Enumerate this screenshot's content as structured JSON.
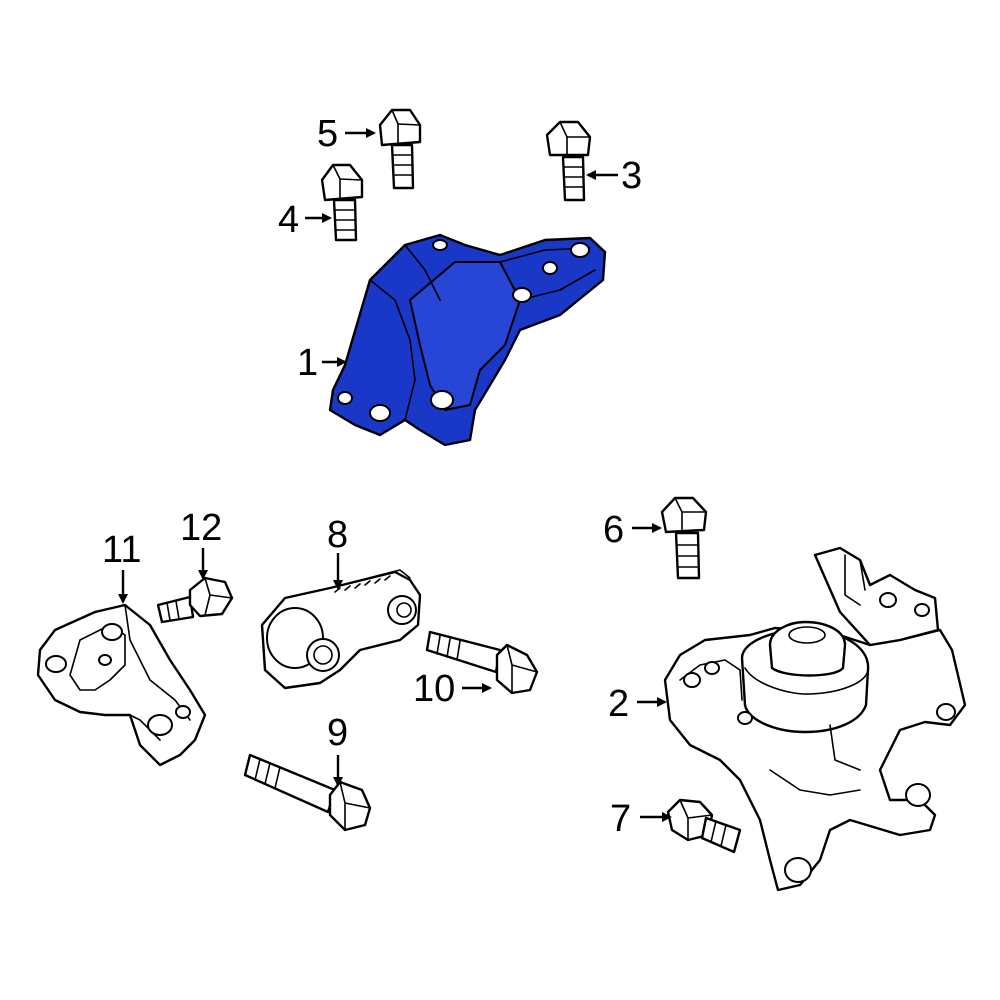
{
  "callouts": {
    "c1": "1",
    "c2": "2",
    "c3": "3",
    "c4": "4",
    "c5": "5",
    "c6": "6",
    "c7": "7",
    "c8": "8",
    "c9": "9",
    "c10": "10",
    "c11": "11",
    "c12": "12"
  },
  "colors": {
    "highlight": "#1a38c8",
    "line": "#000000",
    "background": "#ffffff"
  }
}
